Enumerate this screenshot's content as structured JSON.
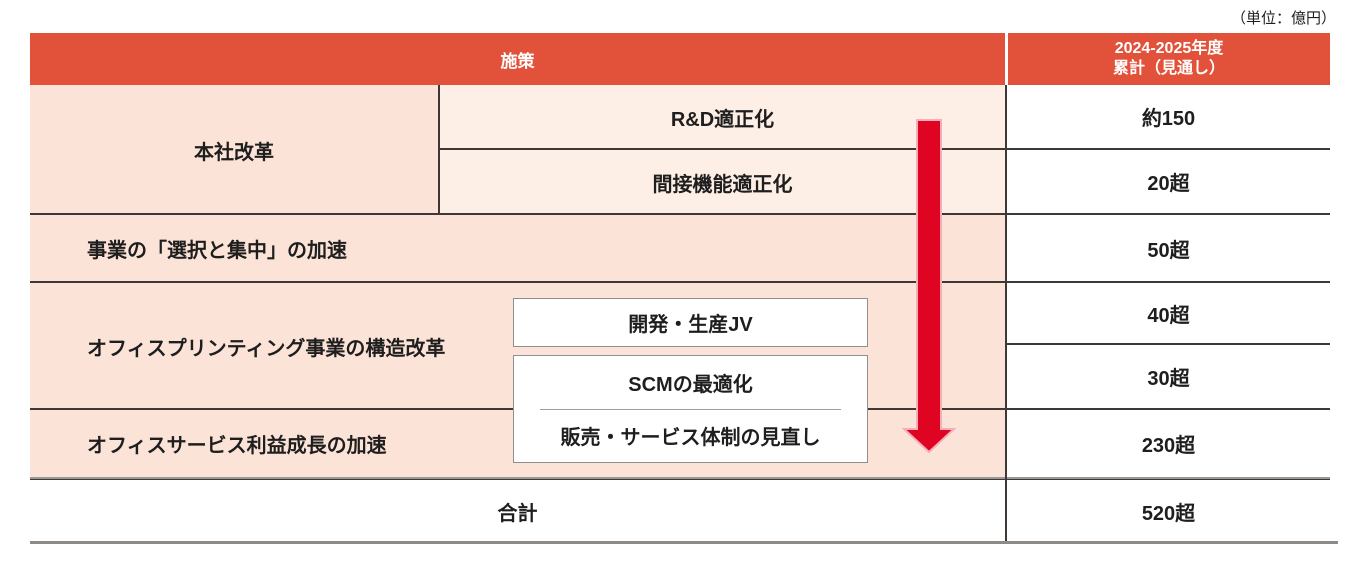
{
  "unit_note": "（単位：億円）",
  "colors": {
    "header_bg": "#e25139",
    "header_text": "#ffffff",
    "cell_peach_dark": "#fce3d7",
    "cell_peach_light": "#fdeee6",
    "border_dark": "#3e3836",
    "border_gray": "#9c9896",
    "box_border": "#8f8f8f",
    "arrow_red": "#df0421"
  },
  "table": {
    "header": {
      "measures": "施策",
      "value_line1": "2024-2025年度",
      "value_line2": "累計（見通し）"
    },
    "groups": [
      {
        "category": "本社改革",
        "items": [
          {
            "label": "R&D適正化",
            "value": "約150"
          },
          {
            "label": "間接機能適正化",
            "value": "20超"
          }
        ]
      },
      {
        "category": "事業の「選択と集中」の加速",
        "value": "50超"
      },
      {
        "category": "オフィスプリンティング事業の構造改革",
        "boxed_items": [
          {
            "label": "開発・生産JV",
            "value": "40超"
          },
          {
            "label": "SCMの最適化",
            "value": "30超"
          }
        ]
      },
      {
        "category": "オフィスサービス利益成長の加速",
        "boxed_items": [
          {
            "label": "販売・サービス体制の見直し",
            "value": "230超"
          }
        ]
      }
    ],
    "total": {
      "label": "合計",
      "value": "520超"
    }
  }
}
